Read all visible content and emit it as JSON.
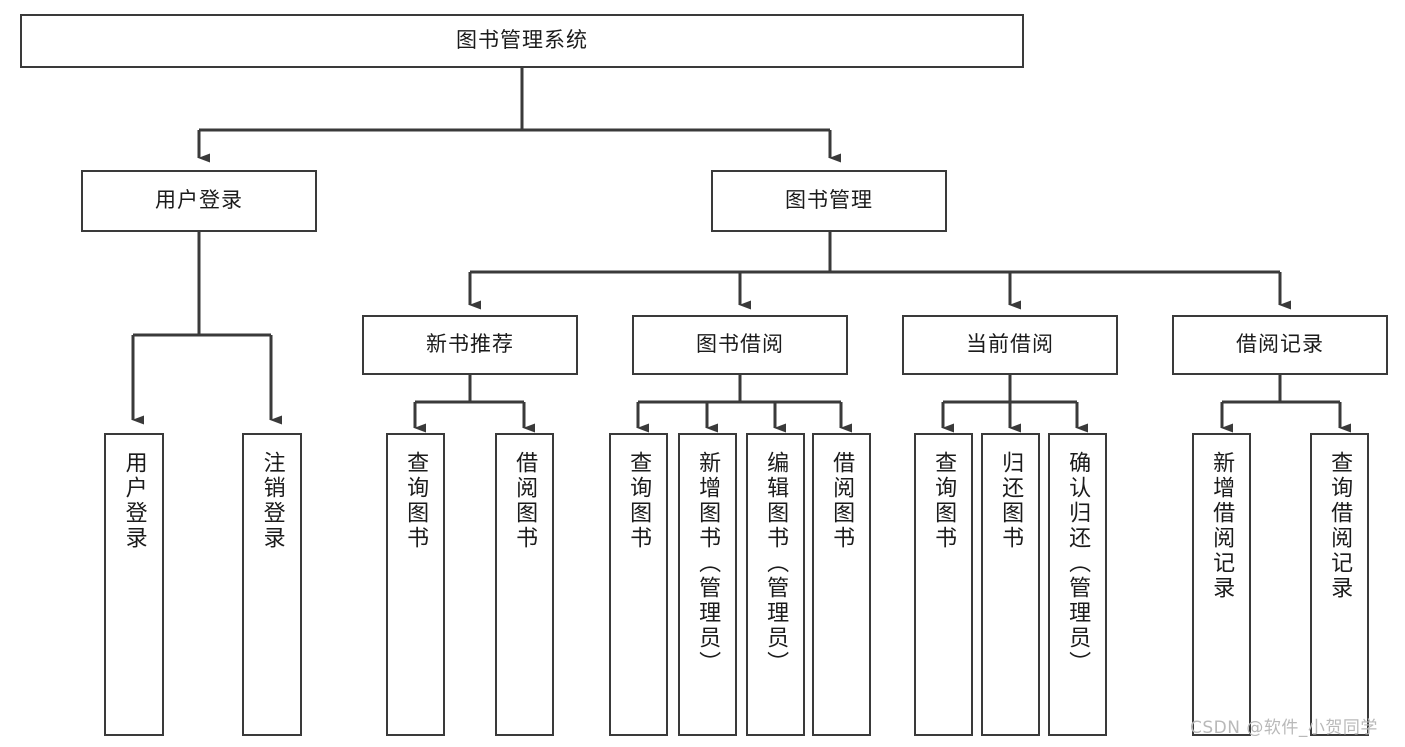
{
  "diagram": {
    "type": "tree-hierarchy",
    "title": "图书管理系统",
    "root": {
      "id": "root",
      "label": "图书管理系统",
      "shape": "rect-horizontal"
    },
    "level2": [
      {
        "id": "user-login",
        "label": "用户登录",
        "shape": "rect-horizontal"
      },
      {
        "id": "book-manage",
        "label": "图书管理",
        "shape": "rect-horizontal"
      }
    ],
    "level3": [
      {
        "id": "new-book-recommend",
        "label": "新书推荐",
        "shape": "rect-horizontal",
        "parent": "book-manage"
      },
      {
        "id": "book-borrow",
        "label": "图书借阅",
        "shape": "rect-horizontal",
        "parent": "book-manage"
      },
      {
        "id": "current-borrow",
        "label": "当前借阅",
        "shape": "rect-horizontal",
        "parent": "book-manage"
      },
      {
        "id": "borrow-record",
        "label": "借阅记录",
        "shape": "rect-horizontal",
        "parent": "book-manage"
      }
    ],
    "leaves": [
      {
        "id": "leaf-user-login",
        "label": "用户登录",
        "parent": "user-login",
        "orientation": "vertical"
      },
      {
        "id": "leaf-user-logout",
        "label": "注销登录",
        "parent": "user-login",
        "orientation": "vertical"
      },
      {
        "id": "leaf-query-book-1",
        "label": "查询图书",
        "parent": "new-book-recommend",
        "orientation": "vertical"
      },
      {
        "id": "leaf-borrow-book-1",
        "label": "借阅图书",
        "parent": "new-book-recommend",
        "orientation": "vertical"
      },
      {
        "id": "leaf-query-book-2",
        "label": "查询图书",
        "parent": "book-borrow",
        "orientation": "vertical"
      },
      {
        "id": "leaf-add-book",
        "label": "新增图书（管理员）",
        "parent": "book-borrow",
        "orientation": "vertical"
      },
      {
        "id": "leaf-edit-book",
        "label": "编辑图书（管理员）",
        "parent": "book-borrow",
        "orientation": "vertical"
      },
      {
        "id": "leaf-borrow-book-2",
        "label": "借阅图书",
        "parent": "book-borrow",
        "orientation": "vertical"
      },
      {
        "id": "leaf-query-book-3",
        "label": "查询图书",
        "parent": "current-borrow",
        "orientation": "vertical"
      },
      {
        "id": "leaf-return-book",
        "label": "归还图书",
        "parent": "current-borrow",
        "orientation": "vertical"
      },
      {
        "id": "leaf-confirm-return",
        "label": "确认归还（管理员）",
        "parent": "current-borrow",
        "orientation": "vertical"
      },
      {
        "id": "leaf-add-record",
        "label": "新增借阅记录",
        "parent": "borrow-record",
        "orientation": "vertical"
      },
      {
        "id": "leaf-query-record",
        "label": "查询借阅记录",
        "parent": "borrow-record",
        "orientation": "vertical"
      }
    ],
    "colors": {
      "background": "#ffffff",
      "box_border": "#3a3a3a",
      "box_fill": "#ffffff",
      "connector": "#3a3a3a",
      "text": "#1b1b1b",
      "watermark": "#b9b9b9"
    }
  },
  "watermark": {
    "text": "CSDN @软件_小贺同学"
  }
}
